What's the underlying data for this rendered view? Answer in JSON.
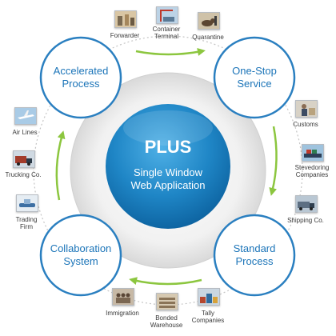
{
  "center": {
    "title": "PLUS",
    "subtitle_line1": "Single Window",
    "subtitle_line2": "Web Application"
  },
  "hubs": {
    "accelerated": [
      "Accelerated",
      "Process"
    ],
    "one_stop": [
      "One-Stop",
      "Service"
    ],
    "standard": [
      "Standard",
      "Process"
    ],
    "collaboration": [
      "Collaboration",
      "System"
    ]
  },
  "participants": {
    "forwarder": [
      "Forwarder"
    ],
    "container_terminal": [
      "Container",
      "Terminal"
    ],
    "quarantine": [
      "Quarantine"
    ],
    "customs": [
      "Customs"
    ],
    "stevedoring": [
      "Stevedoring",
      "Companies"
    ],
    "shipping": [
      "Shipping Co."
    ],
    "tally": [
      "Tally",
      "Companies"
    ],
    "bonded": [
      "Bonded",
      "Warehouse"
    ],
    "immigration": [
      "Immigration"
    ],
    "trading": [
      "Trading",
      "Firm"
    ],
    "trucking": [
      "Trucking Co."
    ],
    "airlines": [
      "Air Lines"
    ]
  },
  "icons": {
    "forwarder": "warehouse-workers-icon",
    "container_terminal": "container-crane-icon",
    "quarantine": "inspection-dog-icon",
    "customs": "customs-officer-icon",
    "stevedoring": "cargo-ship-icon",
    "shipping": "shipping-truck-icon",
    "tally": "cargo-stack-icon",
    "bonded": "bonded-storage-icon",
    "immigration": "immigration-queue-icon",
    "trading": "trade-handshake-icon",
    "trucking": "truck-icon",
    "airlines": "airplane-icon"
  },
  "colors": {
    "hub_border": "#2a7fc0",
    "hub_text": "#1b74b8",
    "center_blue": "#1f86c6",
    "arrow_green": "#8cc63f",
    "ring": "#c5c5c5"
  }
}
